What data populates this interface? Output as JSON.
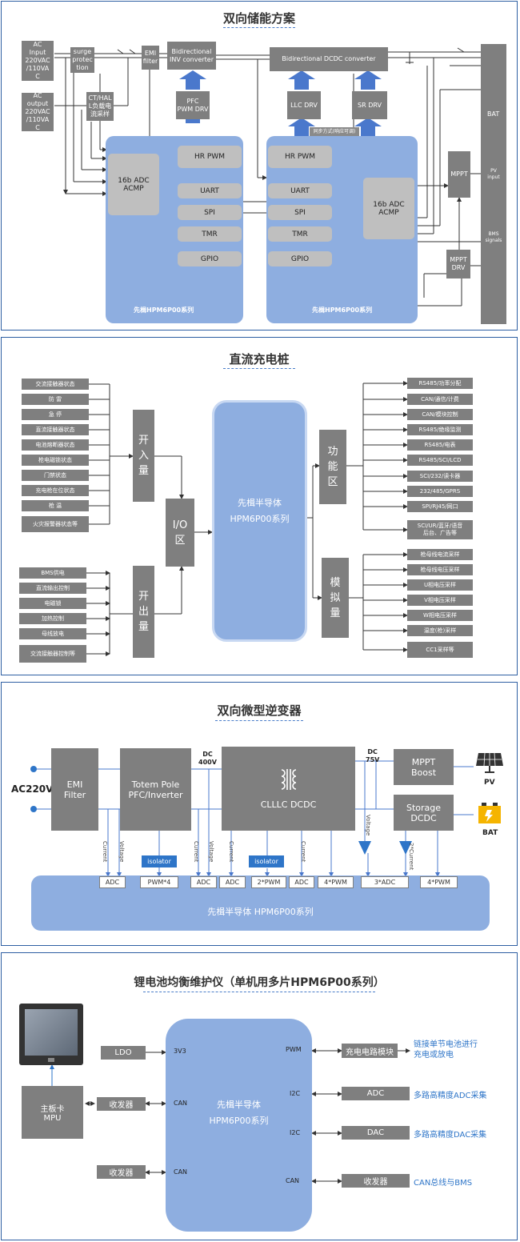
{
  "sec1": {
    "title": "双向储能方案",
    "ac_input": "AC\nInput\n220VAC\n/110VA\nC",
    "ac_output": "AC\noutput\n220VAC\n/110VA\nC",
    "surge": "surge\nprotec\ntion",
    "emi": "EMI\nfilter",
    "inv": "Bidirectional\nINV converter",
    "dcdc": "Bidirectional DCDC converter",
    "ct": "CT/HAL\nL负载电\n流采样",
    "pfc_drv": "PFC\nPWM DRV",
    "llc_drv": "LLC DRV",
    "sr_drv": "SR DRV",
    "comm": "同步方式(响应可调)",
    "adc": "16b ADC\nACMP",
    "hrpwm": "HR PWM",
    "uart": "UART",
    "spi": "SPI",
    "tmr": "TMR",
    "gpio": "GPIO",
    "chip_label": "先楫HPM6P00系列",
    "mppt": "MPPT",
    "mppt_drv": "MPPT\nDRV",
    "bat": "BAT",
    "pv_input": "PV\ninput",
    "bms": "BMS\nsignals"
  },
  "sec2": {
    "title": "直流充电桩",
    "inputs": [
      "交流接触器状态",
      "防  雷",
      "急  停",
      "直流接触器状态",
      "电池熔断器状态",
      "枪电磁锁状态",
      "门禁状态",
      "充电枪在位状态",
      "枪  温",
      "火灾报警器状态等"
    ],
    "outputs": [
      "BMS供电",
      "直流输出控制",
      "电磁锁",
      "加热控制",
      "母线放电",
      "交流接触器控制等"
    ],
    "open_in": "开\n入\n量",
    "open_out": "开\n出\n量",
    "io": "I/O\n区",
    "center": "先楫半导体\nHPM6P00系列",
    "func": "功\n能\n区",
    "analog": "模\n拟\n量",
    "func_items": [
      "RS485/功率分配",
      "CAN/通信/计费",
      "CAN/模块控制",
      "RS485/绝缘监测",
      "RS485/电表",
      "RS485/SCI/LCD",
      "SCI/232/读卡器",
      "232/485/GPRS",
      "SPI/RJ45/网口",
      "SCI/UR/蓝牙/语音\n后台、广告等"
    ],
    "analog_items": [
      "枪母线电流采样",
      "枪母线电压采样",
      "U相电压采样",
      "V相电压采样",
      "W相电压采样",
      "温度(枪)采样",
      "CC1采样等"
    ]
  },
  "sec3": {
    "title": "双向微型逆变器",
    "ac": "AC220V",
    "emi": "EMI\nFilter",
    "totem": "Totem Pole\nPFC/Inverter",
    "dc400": "DC\n400V",
    "clllc": "CLLLC DCDC",
    "dc75": "DC\n75V",
    "mppt": "MPPT\nBoost",
    "storage": "Storage\nDCDC",
    "pv": "PV",
    "bat": "BAT",
    "isolator": "isolator",
    "current": "Current",
    "voltage": "Voltage",
    "current2": "2*Current",
    "ports": [
      "ADC",
      "PWM*4",
      "ADC",
      "ADC",
      "2*PWM",
      "ADC",
      "4*PWM",
      "3*ADC",
      "4*PWM"
    ],
    "chip": "先楫半导体 HPM6P00系列"
  },
  "sec4": {
    "title": "锂电池均衡维护仪（单机用多片HPM6P00系列）",
    "ldo": "LDO",
    "v33": "3V3",
    "mpu": "主板卡\nMPU",
    "transceiver": "收发器",
    "can": "CAN",
    "chip": "先楫半导体\nHPM6P00系列",
    "pwm": "PWM",
    "i2c": "I2C",
    "charge": "充电电路模块",
    "adc": "ADC",
    "dac": "DAC",
    "desc_charge": "链接单节电池进行\n充电或放电",
    "desc_adc": "多路高精度ADC采集",
    "desc_dac": "多路高精度DAC采集",
    "desc_can": "CAN总线与BMS"
  }
}
